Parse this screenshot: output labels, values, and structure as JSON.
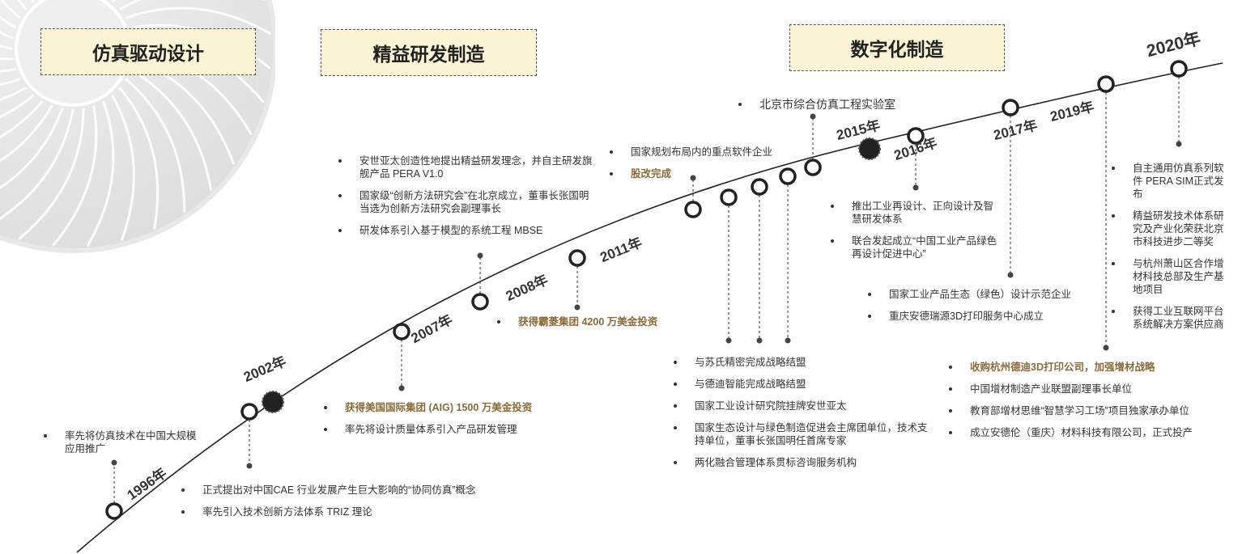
{
  "colors": {
    "line": "#222222",
    "phase_bg": "#fbf5d6",
    "highlight": "#8b6a3a",
    "filled_dot": "#222222"
  },
  "phases": [
    {
      "label": "仿真驱动设计"
    },
    {
      "label": "精益研发制造"
    },
    {
      "label": "数字化制造"
    }
  ],
  "years": [
    "1996年",
    "2002年",
    "2007年",
    "2008年",
    "2011年",
    "2015年",
    "2016年",
    "2017年",
    "2019年",
    "2020年"
  ],
  "events": {
    "e1996a": [
      {
        "text": "率先将仿真技术在中国大规模应用推广",
        "hl": false
      }
    ],
    "e1996b": [
      {
        "text": "正式提出对中国CAE 行业发展产生巨大影响的“协同仿真”概念",
        "hl": false
      },
      {
        "text": "率先引入技术创新方法体系 TRIZ 理论",
        "hl": false
      }
    ],
    "e2002": [
      {
        "text": "获得美国国际集团 (AIG) 1500 万美金投资",
        "hl": true
      },
      {
        "text": "率先将设计质量体系引入产品研发管理",
        "hl": false
      }
    ],
    "e2007": [
      {
        "text": "安世亚太创造性地提出精益研发理念，并自主研发旗舰产品 PERA V1.0",
        "hl": false
      },
      {
        "text": "国家级“创新方法研究会”在北京成立，董事长张国明 当选为创新方法研究会副理事长",
        "hl": false
      },
      {
        "text": "研发体系引入基于模型的系统工程 MBSE",
        "hl": false
      }
    ],
    "e2008": [
      {
        "text": "获得霸菱集团 4200 万美金投资",
        "hl": true
      }
    ],
    "e2011a": [
      {
        "text": "国家规划布局内的重点软件企业",
        "hl": false
      },
      {
        "text": "股改完成",
        "hl": true
      }
    ],
    "e2011b": [
      {
        "text": "与苏氏精密完成战略结盟",
        "hl": false
      },
      {
        "text": "与德迪智能完成战略结盟",
        "hl": false
      },
      {
        "text": "国家工业设计研究院挂牌安世亚太",
        "hl": false
      },
      {
        "text": "国家生态设计与绿色制造促进会主席团单位，技术支持单位，董事长张国明任首席专家",
        "hl": false
      },
      {
        "text": "两化融合管理体系贯标咨询服务机构",
        "hl": false
      }
    ],
    "e2015": [
      {
        "text": "北京市综合仿真工程实验室",
        "hl": false
      }
    ],
    "e2016": [
      {
        "text": "推出工业再设计、正向设计及智慧研发体系",
        "hl": false
      },
      {
        "text": "联合发起成立“中国工业产品绿色再设计促进中心”",
        "hl": false
      }
    ],
    "e2017": [
      {
        "text": "国家工业产品生态（绿色）设计示范企业",
        "hl": false
      },
      {
        "text": "重庆安德瑞源3D打印服务中心成立",
        "hl": false
      }
    ],
    "e2019": [
      {
        "text": "收购杭州德迪3D打印公司，加强增材战略",
        "hl": true
      },
      {
        "text": "中国增材制造产业联盟副理事长单位",
        "hl": false
      },
      {
        "text": "教育部增材思维“智慧学习工场”项目独家承办单位",
        "hl": false
      },
      {
        "text": "成立安德伦（重庆）材料科技有限公司，正式投产",
        "hl": false
      }
    ],
    "e2020": [
      {
        "text": "自主通用仿真系列软件 PERA SIM正式发布",
        "hl": false
      },
      {
        "text": "精益研发技术体系研究及产业化荣获北京市科技进步二等奖",
        "hl": false
      },
      {
        "text": "与杭州萧山区合作增材科技总部及生产基地项目",
        "hl": false
      },
      {
        "text": "获得工业互联网平台系统解决方案供应商",
        "hl": false
      }
    ]
  }
}
